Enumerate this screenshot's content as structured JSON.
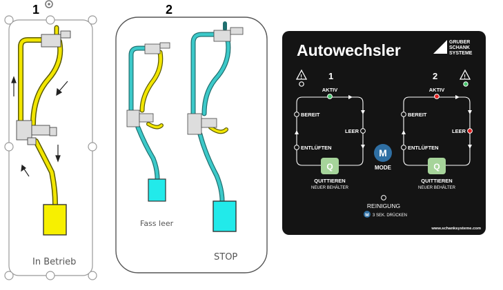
{
  "panel1": {
    "number": "1",
    "caption": "In Betrieb"
  },
  "panel2": {
    "number": "2",
    "caption_left": "Fass leer",
    "caption_right": "STOP"
  },
  "controller": {
    "title": "Autowechsler",
    "brand": [
      "GRUBER",
      "SCHANK",
      "SYSTEME"
    ],
    "side1": "1",
    "side2": "2",
    "aktiv": "AKTIV",
    "bereit": "BEREIT",
    "leer": "LEER",
    "entlueften": "ENTLÜFTEN",
    "quittieren": "QUITTIEREN",
    "neuer_behaelter": "NEUER BEHÄLTER",
    "mode_key": "M",
    "mode": "MODE",
    "q_key": "Q",
    "reinigung": "REINIGUNG",
    "reinigung_hint": "3 SEK. DRÜCKEN",
    "url": "www.schanksysteme.com",
    "warning_glyph": "!"
  },
  "colors": {
    "yellow_line": "#f2e600",
    "cyan_line": "#3cc9c9",
    "container_yellow": "#f7f000",
    "container_cyan": "#22eaea",
    "panel_bg": "#141414",
    "led_green": "#46c46c",
    "led_red": "#e02020",
    "mode_blue": "#2f6fa3",
    "q_green": "#a6d49a"
  }
}
